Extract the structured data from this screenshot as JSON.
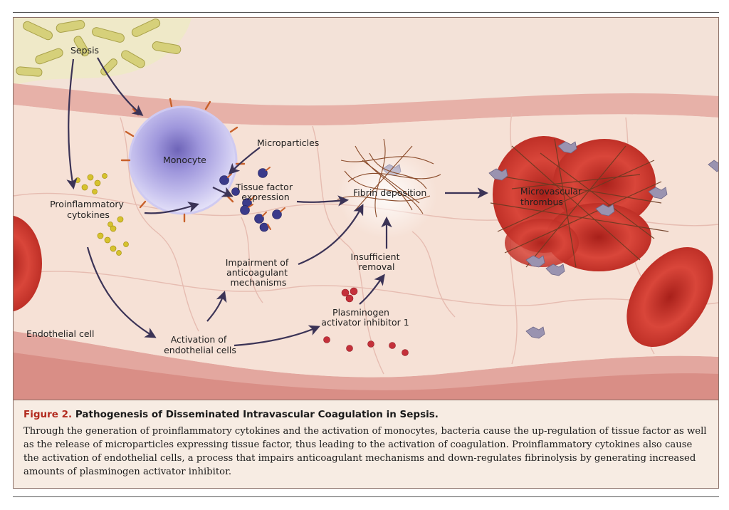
{
  "figure": {
    "labels": {
      "sepsis": "Sepsis",
      "monocyte": "Monocyte",
      "microparticles": "Microparticles",
      "tissue_factor": [
        "Tissue factor",
        "expression"
      ],
      "fibrin_deposition": "Fibrin deposition",
      "microvascular_thrombus": [
        "Microvascular",
        "thrombus"
      ],
      "proinflammatory_cytokines": [
        "Proinflammatory",
        "cytokines"
      ],
      "impairment": [
        "Impairment of",
        "anticoagulant",
        "mechanisms"
      ],
      "insufficient_removal": [
        "Insufficient",
        "removal"
      ],
      "pai1": [
        "Plasminogen",
        "activator inhibitor 1"
      ],
      "endothelial_cell": "Endothelial cell",
      "activation_endothelial": [
        "Activation of",
        "endothelial cells"
      ]
    },
    "colors": {
      "arrow": "#3b3356",
      "vessel": "#f6e1d6",
      "vessel_wall": "#d98e86",
      "red_cell": "#c42a22",
      "monocyte": "#b6b0e6",
      "cytokine": "#d6c22e",
      "fibrin": "#8a4b2a",
      "platelet": "#9a93b0"
    }
  },
  "caption": {
    "figure_number": "Figure 2.",
    "title": "Pathogenesis of Disseminated Intravascular Coagulation in Sepsis.",
    "body": "Through the generation of proinflammatory cytokines and the activation of monocytes, bacteria cause the up-regulation of tissue factor as well as the release of microparticles expressing tissue factor, thus leading to the activation of coagulation. Proinflammatory cytokines also cause the activation of endothelial cells, a process that impairs anticoagulant mechanisms and down-regulates fibrinolysis by generating increased amounts of plasminogen activator inhibitor."
  }
}
